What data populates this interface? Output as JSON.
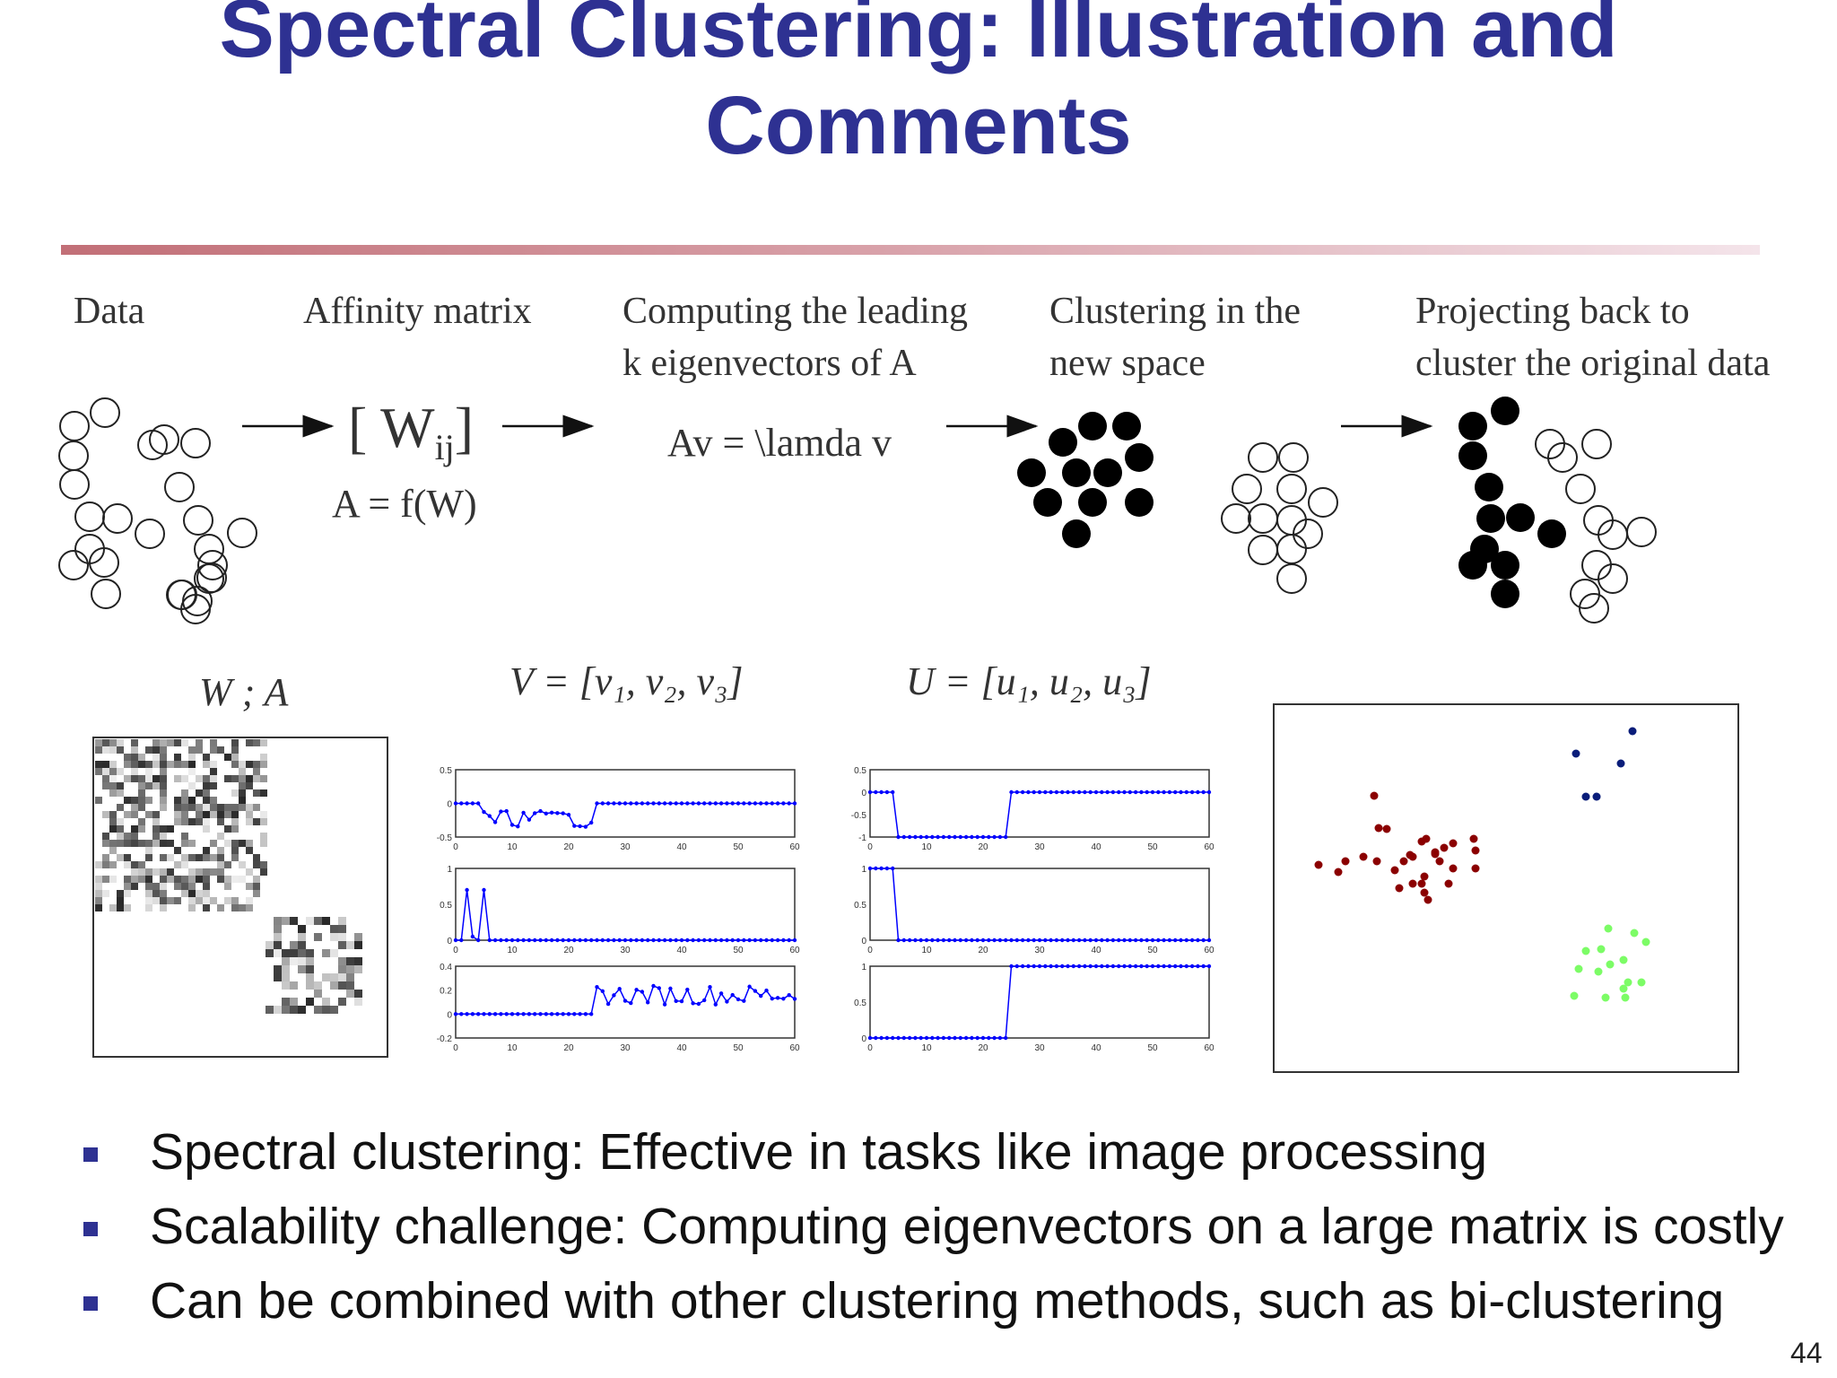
{
  "slide": {
    "title_line1": "Spectral Clustering: Illustration and",
    "title_line2": "Comments",
    "page_number": "44"
  },
  "pipeline": {
    "steps": [
      {
        "lines": [
          "Data"
        ]
      },
      {
        "lines": [
          "Affinity matrix"
        ]
      },
      {
        "lines": [
          "Computing the leading",
          "k eigenvectors of A"
        ]
      },
      {
        "lines": [
          "Clustering in the",
          "new space"
        ]
      },
      {
        "lines": [
          "Projecting back to",
          "cluster the original data"
        ]
      }
    ],
    "affinity_bracket": "[ W",
    "affinity_sub": "ij",
    "affinity_close": "]",
    "affinity_formula": "A = f(W)",
    "eigen_formula": "Av = \\lamda v"
  },
  "plots": {
    "matrix_label": "W ; A",
    "v_label": "V = [v₁, v₂, v₃]",
    "u_label": "U = [u₁, u₂, u₃]"
  },
  "bullets": [
    "Spectral clustering: Effective in tasks like image processing",
    "Scalability challenge: Computing eigenvectors on a large matrix is costly",
    "Can be combined with other clustering methods, such as bi-clustering"
  ],
  "colors": {
    "title": "#2e3192",
    "bullet_marker": "#2e3192",
    "series_line": "#0000ff",
    "cluster_red": "#8b0000",
    "cluster_navy": "#0a1d7a",
    "cluster_green": "#7cfc66"
  }
}
